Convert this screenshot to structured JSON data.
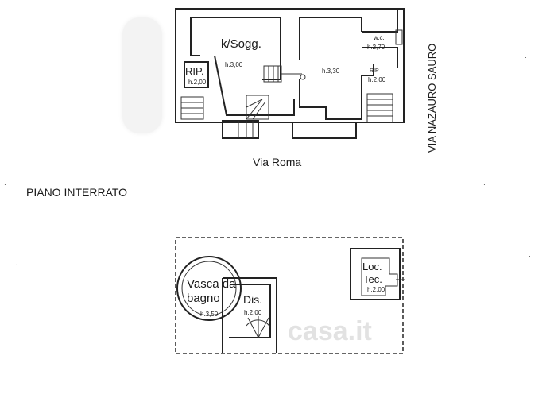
{
  "plan_title": "PIANO INTERRATO",
  "streets": {
    "bottom": "Via Roma",
    "right": "VIA NAZAURO SAURO"
  },
  "ground_floor": {
    "rooms": [
      {
        "name": "k/Sogg.",
        "height": "h.3,00"
      },
      {
        "name": "RIP.",
        "height": "h.2,00"
      },
      {
        "name": "",
        "height": "h.3,30"
      },
      {
        "name": "w.c.",
        "height": "h.2,70"
      },
      {
        "name": "RIP",
        "height": "h.2,00"
      }
    ]
  },
  "basement": {
    "rooms": [
      {
        "name_line1": "Vasca da",
        "name_line2": "bagno",
        "height": "h.3,50"
      },
      {
        "name_line1": "Dis.",
        "name_line2": "",
        "height": "h.2,00"
      },
      {
        "name_line1": "Loc.",
        "name_line2": "Tec.",
        "height": "h.2,00"
      }
    ]
  },
  "watermark": "casa.it"
}
